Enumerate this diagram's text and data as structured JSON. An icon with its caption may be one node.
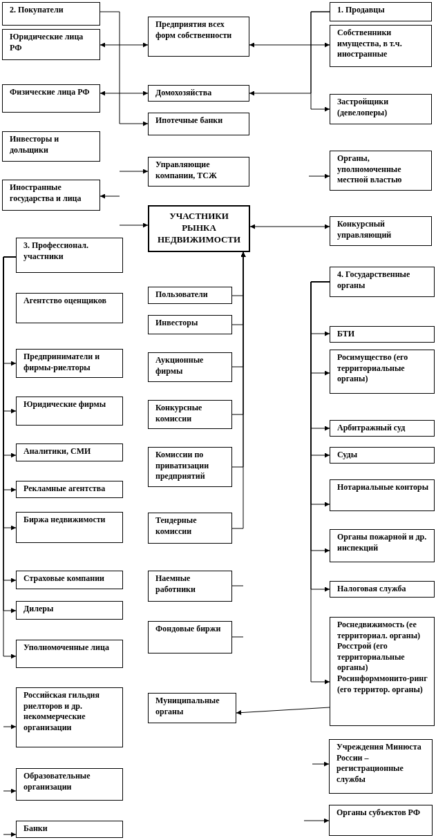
{
  "diagram": {
    "nodes": [
      {
        "text": [
          "2. Покупатели"
        ]
      },
      {
        "text": [
          "1. Продавцы"
        ]
      },
      {
        "text": [
          "Юридические лица РФ"
        ]
      },
      {
        "text": [
          "Предприятия всех форм собственности"
        ]
      },
      {
        "text": [
          "Собственники имущества, в т.ч. иностранные"
        ]
      },
      {
        "text": [
          "Физические лица РФ"
        ]
      },
      {
        "text": [
          "Домохозяйства"
        ]
      },
      {
        "text": [
          "Застройщики (девелоперы)"
        ]
      },
      {
        "text": [
          "Ипотечные банки"
        ]
      },
      {
        "text": [
          "Инвесторы и дольщики"
        ]
      },
      {
        "text": [
          "Управляющие компании, ТСЖ"
        ]
      },
      {
        "text": [
          "Органы, уполномоченные местной властью"
        ]
      },
      {
        "text": [
          "Иностранные государства и лица"
        ]
      },
      {
        "text": [
          "УЧАСТНИКИ РЫНКА НЕДВИЖИМОСТИ"
        ]
      },
      {
        "text": [
          "Конкурсный управляющий"
        ]
      },
      {
        "text": [
          "3. Профессионал. участники"
        ]
      },
      {
        "text": [
          "4. Государственные органы"
        ]
      },
      {
        "text": [
          "Пользователи"
        ]
      },
      {
        "text": [
          "Агентство оценщиков"
        ]
      },
      {
        "text": [
          "Инвесторы"
        ]
      },
      {
        "text": [
          "БТИ"
        ]
      },
      {
        "text": [
          "Предприниматели и фирмы-риелторы"
        ]
      },
      {
        "text": [
          "Аукционные фирмы"
        ]
      },
      {
        "text": [
          "Росимущество (его территориальные органы)"
        ]
      },
      {
        "text": [
          "Юридические фирмы"
        ]
      },
      {
        "text": [
          "Конкурсные комиссии"
        ]
      },
      {
        "text": [
          "Арбитражный суд"
        ]
      },
      {
        "text": [
          "Аналитики, СМИ"
        ]
      },
      {
        "text": [
          "Комиссии по приватизации предприятий"
        ]
      },
      {
        "text": [
          "Суды"
        ]
      },
      {
        "text": [
          "Рекламные агентства"
        ]
      },
      {
        "text": [
          "Нотариальные конторы"
        ]
      },
      {
        "text": [
          "Биржа недвижимости"
        ]
      },
      {
        "text": [
          "Тендерные комиссии"
        ]
      },
      {
        "text": [
          "Органы пожарной и др. инспекций"
        ]
      },
      {
        "text": [
          "Страховые компании"
        ]
      },
      {
        "text": [
          "Наемные работники"
        ]
      },
      {
        "text": [
          "Налоговая служба"
        ]
      },
      {
        "text": [
          "Дилеры"
        ]
      },
      {
        "text": [
          "Фондовые биржи"
        ]
      },
      {
        "text": [
          "Роснедвижимость (ее территориал. органы)",
          "Росстрой (его территориальные органы)",
          "Росинформмонито-ринг (его территор. органы)"
        ]
      },
      {
        "text": [
          "Уполномоченные лица"
        ]
      },
      {
        "text": [
          "Российская гильдия риелторов и др. некоммерческие организации"
        ]
      },
      {
        "text": [
          "Муниципальные органы"
        ]
      },
      {
        "text": [
          "Учреждения Минюста России – регистрационные службы"
        ]
      },
      {
        "text": [
          "Образовательные организации"
        ]
      },
      {
        "text": [
          "Органы субъектов РФ"
        ]
      },
      {
        "text": [
          "Банки"
        ]
      }
    ],
    "edges": [
      {
        "from": 2,
        "to": 3,
        "arrow": "both"
      },
      {
        "from": 3,
        "to": 4,
        "arrow": "both"
      },
      {
        "from": 5,
        "to": 6,
        "arrow": "both"
      },
      {
        "from": 1,
        "to": 6,
        "arrow": "to"
      },
      {
        "from": 0,
        "to": 8,
        "arrow": "to"
      },
      {
        "from": 1,
        "to": 7,
        "arrow": "to"
      },
      {
        "from": null,
        "to": 10,
        "arrow": "to"
      },
      {
        "from": null,
        "to": 11,
        "arrow": "to"
      },
      {
        "from": null,
        "to": 12,
        "arrow": "to"
      },
      {
        "from": null,
        "to": 13,
        "arrow": "to"
      },
      {
        "from": 13,
        "to": 14,
        "arrow": "both"
      },
      {
        "from": 15,
        "to": 21,
        "arrow": "to"
      },
      {
        "from": 15,
        "to": 24,
        "arrow": "to"
      },
      {
        "from": 15,
        "to": 27,
        "arrow": "to"
      },
      {
        "from": 15,
        "to": 30,
        "arrow": "to"
      },
      {
        "from": 15,
        "to": 32,
        "arrow": "to"
      },
      {
        "from": 15,
        "to": 35,
        "arrow": "to"
      },
      {
        "from": 15,
        "to": 38,
        "arrow": "to"
      },
      {
        "from": 15,
        "to": 41,
        "arrow": "to"
      },
      {
        "from": 16,
        "to": 20,
        "arrow": "to"
      },
      {
        "from": 16,
        "to": 23,
        "arrow": "to"
      },
      {
        "from": 16,
        "to": 26,
        "arrow": "to"
      },
      {
        "from": 16,
        "to": 29,
        "arrow": "to"
      },
      {
        "from": 16,
        "to": 31,
        "arrow": "to"
      },
      {
        "from": 16,
        "to": 34,
        "arrow": "to"
      },
      {
        "from": 16,
        "to": 37,
        "arrow": "to"
      },
      {
        "from": 16,
        "to": 40,
        "arrow": "to"
      },
      {
        "from": 17,
        "to": 13,
        "arrow": "to"
      },
      {
        "from": 19,
        "to": 13,
        "arrow": "to"
      },
      {
        "from": 22,
        "to": 13,
        "arrow": "to"
      },
      {
        "from": 25,
        "to": 13,
        "arrow": "to"
      },
      {
        "from": 28,
        "to": 13,
        "arrow": "to"
      },
      {
        "from": 33,
        "to": 13,
        "arrow": "to"
      },
      {
        "from": 36,
        "to": null,
        "arrow": "none"
      },
      {
        "from": 39,
        "to": null,
        "arrow": "none"
      },
      {
        "from": 40,
        "to": 43,
        "arrow": "to"
      },
      {
        "from": null,
        "to": 42,
        "arrow": "to"
      },
      {
        "from": null,
        "to": 45,
        "arrow": "to"
      },
      {
        "from": null,
        "to": 47,
        "arrow": "to"
      },
      {
        "from": null,
        "to": 44,
        "arrow": "to"
      },
      {
        "from": null,
        "to": 46,
        "arrow": "to"
      }
    ]
  }
}
